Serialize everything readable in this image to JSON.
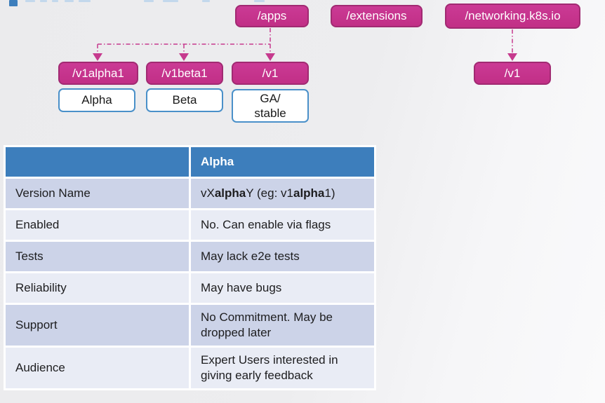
{
  "colors": {
    "accent_pink": "#c12f86",
    "pink_border": "#a12a72",
    "connector_pink": "#c63a8e",
    "header_blue": "#3d7ebc",
    "stage_box_border_blue": "#4a90c9",
    "table_row_dark": "#ccd3e8",
    "table_row_light": "#e9ecf5",
    "background": "#ececee"
  },
  "diagram": {
    "groups": [
      {
        "label": "/apps"
      },
      {
        "label": "/extensions"
      },
      {
        "label": "/networking.k8s.io"
      }
    ],
    "versions": [
      {
        "label": "/v1alpha1"
      },
      {
        "label": "/v1beta1"
      },
      {
        "label": "/v1"
      },
      {
        "label": "/v1"
      }
    ],
    "stages": [
      {
        "label": "Alpha"
      },
      {
        "label": "Beta"
      },
      {
        "label": "GA/\nstable"
      }
    ]
  },
  "table": {
    "header": {
      "feature": "",
      "alpha": "Alpha"
    },
    "rows": [
      {
        "label": "Version Name",
        "value": [
          {
            "t": "vX"
          },
          {
            "t": "alpha",
            "b": true
          },
          {
            "t": "Y (eg: v1"
          },
          {
            "t": "alpha",
            "b": true
          },
          {
            "t": "1)"
          }
        ]
      },
      {
        "label": "Enabled",
        "value": [
          {
            "t": "No. Can enable via flags"
          }
        ]
      },
      {
        "label": "Tests",
        "value": [
          {
            "t": "May lack e2e tests"
          }
        ]
      },
      {
        "label": "Reliability",
        "value": [
          {
            "t": "May have bugs"
          }
        ]
      },
      {
        "label": "Support",
        "value": [
          {
            "t": "No Commitment. May be dropped later"
          }
        ]
      },
      {
        "label": "Audience",
        "value": [
          {
            "t": "Expert Users interested in giving early feedback"
          }
        ]
      }
    ]
  }
}
